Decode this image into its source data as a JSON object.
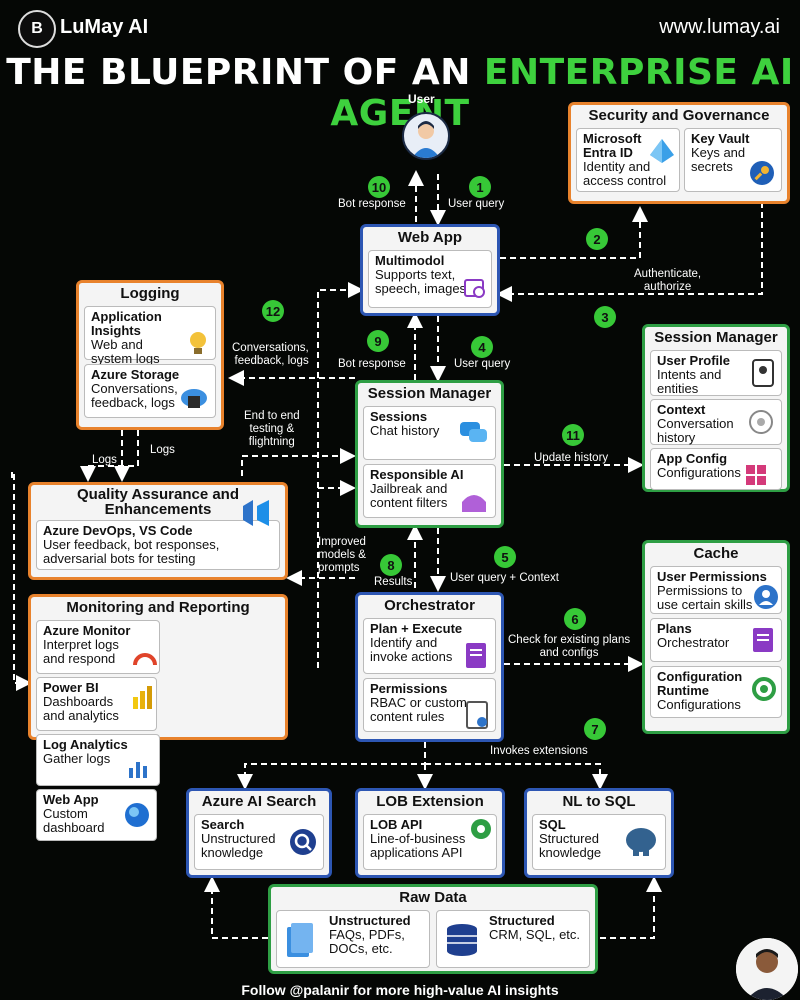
{
  "header": {
    "brand": "LuMay AI",
    "logo_glyph": "B",
    "url": "www.lumay.ai",
    "title_white": "THE BLUEPRINT OF AN",
    "title_green": "ENTERPRISE AI AGENT"
  },
  "user": {
    "label": "User"
  },
  "steps": {
    "s1": "1",
    "s2": "2",
    "s3": "3",
    "s4": "4",
    "s5": "5",
    "s6": "6",
    "s7": "7",
    "s8": "8",
    "s9": "9",
    "s10": "10",
    "s11": "11",
    "s12": "12"
  },
  "edge_labels": {
    "bot_response_top": "Bot response",
    "user_query_top": "User query",
    "authenticate": "Authenticate,\nauthorize",
    "conversations": "Conversations,\nfeedback, logs",
    "bot_response_mid": "Bot response",
    "user_query_mid": "User query",
    "testing": "End to end\ntesting &\nflightning",
    "logs_a": "Logs",
    "logs_b": "Logs",
    "update_history": "Update history",
    "improved": "Improved\nmodels &\nprompts",
    "results": "Results",
    "uq_context": "User query + Context",
    "check_plans": "Check for existing plans\nand configs",
    "invokes": "Invokes extensions"
  },
  "security": {
    "title": "Security and Governance",
    "entra_title": "Microsoft\nEntra ID",
    "entra_desc": "Identity and\naccess control",
    "vault_title": "Key Vault",
    "vault_desc": "Keys and\nsecrets"
  },
  "webapp": {
    "title": "Web App",
    "cell_title": "Multimodol",
    "cell_desc": "Supports text,\nspeech, images"
  },
  "logging": {
    "title": "Logging",
    "ai_title": "Application Insights",
    "ai_desc": "Web and\nsystem logs",
    "st_title": "Azure Storage",
    "st_desc": "Conversations,\nfeedback, logs"
  },
  "session": {
    "title": "Session Manager",
    "sess_title": "Sessions",
    "sess_desc": "Chat history",
    "rai_title": "Responsible AI",
    "rai_desc": "Jailbreak and\ncontent filters"
  },
  "session_right": {
    "title": "Session Manager",
    "up_title": "User Profile",
    "up_desc": "Intents and\nentities",
    "ctx_title": "Context",
    "ctx_desc": "Conversation\nhistory",
    "ac_title": "App Config",
    "ac_desc": "Configurations"
  },
  "qa": {
    "title": "Quality Assurance and\nEnhancements",
    "cell_title": "Azure DevOps, VS Code",
    "cell_desc": "User feedback, bot responses,\nadversarial bots for testing"
  },
  "monitor": {
    "title": "Monitoring and Reporting",
    "am_title": "Azure Monitor",
    "am_desc": "Interpret logs\nand respond",
    "pb_title": "Power BI",
    "pb_desc": "Dashboards\nand analytics",
    "la_title": "Log Analytics",
    "la_desc": "Gather logs",
    "wa_title": "Web App",
    "wa_desc": "Custom\ndashboard"
  },
  "orchestrator": {
    "title": "Orchestrator",
    "pe_title": "Plan + Execute",
    "pe_desc": "Identify and\ninvoke actions",
    "perm_title": "Permissions",
    "perm_desc": "RBAC or custom\ncontent rules"
  },
  "cache": {
    "title": "Cache",
    "up_title": "User Permissions",
    "up_desc": "Permissions to\nuse certain skills",
    "pl_title": "Plans",
    "pl_desc": "Orchestrator",
    "cr_title": "Configuration\nRuntime",
    "cr_desc": "Configurations"
  },
  "search": {
    "title": "Azure AI Search",
    "cell_title": "Search",
    "cell_desc": "Unstructured\nknowledge"
  },
  "lob": {
    "title": "LOB Extension",
    "cell_title": "LOB API",
    "cell_desc": "Line-of-business\napplications API"
  },
  "nl2sql": {
    "title": "NL to SQL",
    "cell_title": "SQL",
    "cell_desc": "Structured\nknowledge"
  },
  "raw": {
    "title": "Raw Data",
    "un_title": "Unstructured",
    "un_desc": "FAQs, PDFs,\nDOCs, etc.",
    "st_title": "Structured",
    "st_desc": "CRM, SQL, etc."
  },
  "footer": {
    "text": "Follow @palanir for more high-value AI insights"
  },
  "colors": {
    "accent_green": "#3ed13e",
    "blue_border": "#2d56b3",
    "green_border": "#2e9e44",
    "orange_border": "#e8822c"
  }
}
